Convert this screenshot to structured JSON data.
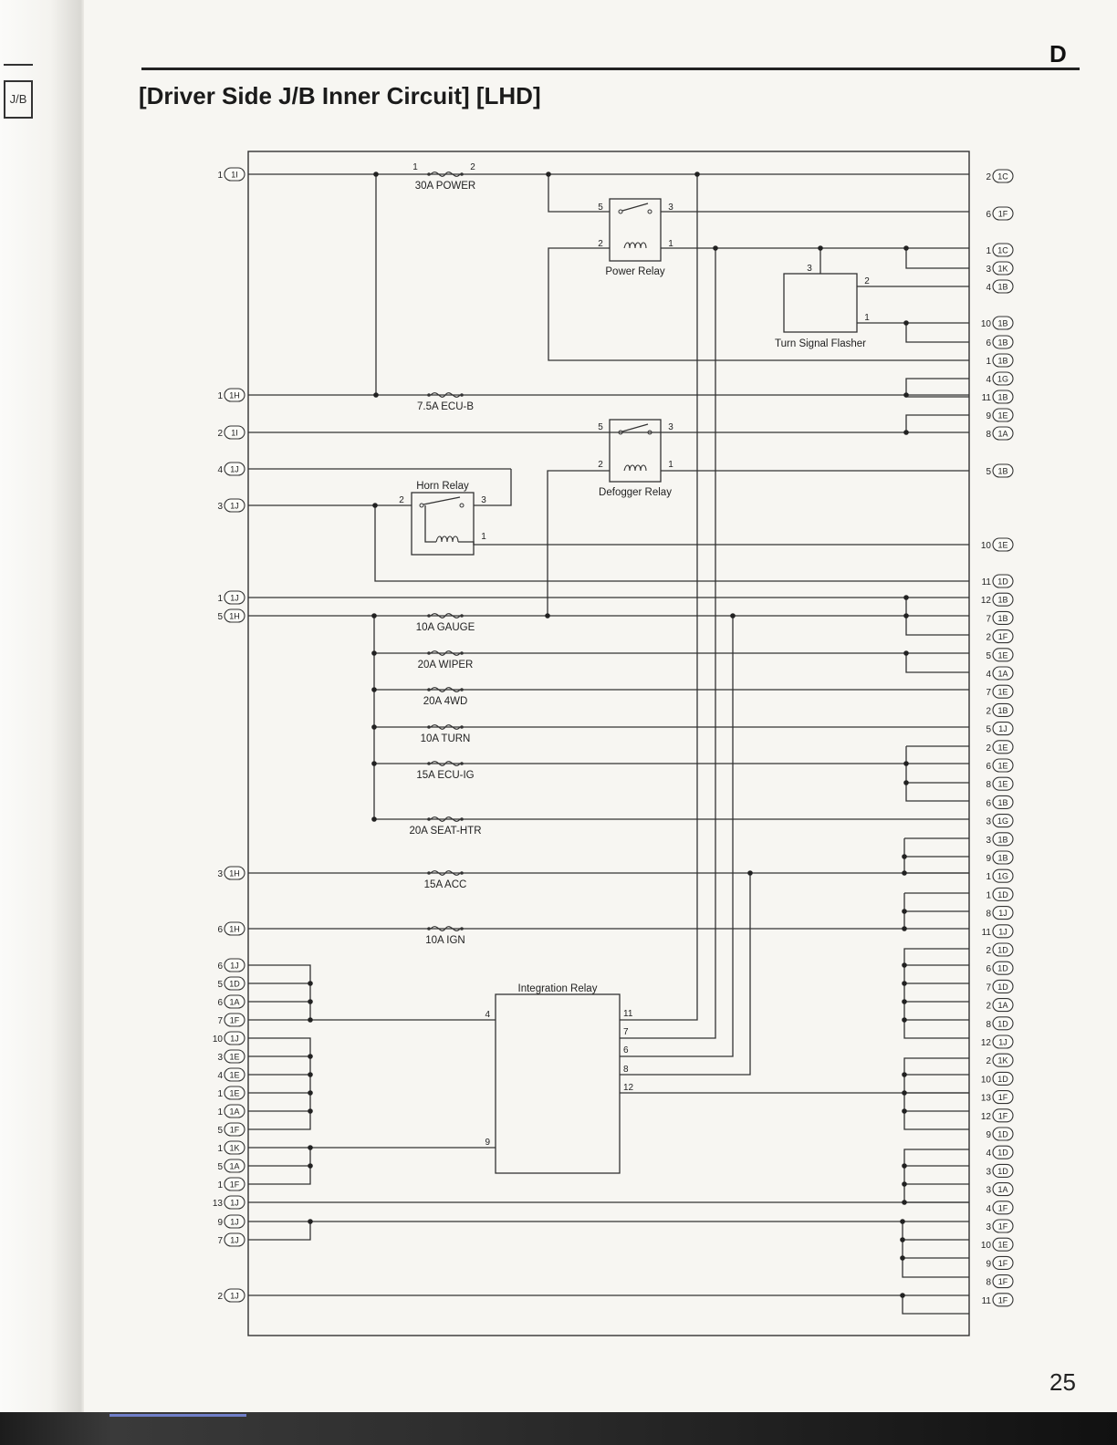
{
  "header": {
    "section_letter": "D",
    "title": "[Driver Side J/B Inner Circuit] [LHD]",
    "page_number": "25",
    "side_tab_label": "J/B"
  },
  "components": {
    "fuses": [
      {
        "label": "30A POWER",
        "pin_in": "1",
        "pin_out": "2"
      },
      {
        "label": "7.5A ECU-B"
      },
      {
        "label": "10A GAUGE"
      },
      {
        "label": "20A WIPER"
      },
      {
        "label": "20A 4WD"
      },
      {
        "label": "10A TURN"
      },
      {
        "label": "15A ECU-IG"
      },
      {
        "label": "20A SEAT-HTR"
      },
      {
        "label": "15A ACC"
      },
      {
        "label": "10A IGN"
      }
    ],
    "relays": {
      "power": {
        "label": "Power Relay",
        "pins": [
          "5",
          "3",
          "2",
          "1"
        ]
      },
      "defogger": {
        "label": "Defogger Relay",
        "pins": [
          "5",
          "3",
          "2",
          "1"
        ]
      },
      "horn": {
        "label": "Horn Relay",
        "pins": [
          "2",
          "3",
          "1"
        ]
      }
    },
    "turn_signal_flasher": {
      "label": "Turn Signal Flasher",
      "pins": [
        "3",
        "2",
        "1"
      ]
    },
    "integration_relay": {
      "label": "Integration Relay",
      "left_pins": [
        "4",
        "9"
      ],
      "right_pins": [
        "11",
        "7",
        "6",
        "8",
        "12"
      ]
    }
  },
  "left_connectors": [
    {
      "pin": "1",
      "conn": "1I"
    },
    {
      "pin": "1",
      "conn": "1H"
    },
    {
      "pin": "2",
      "conn": "1I"
    },
    {
      "pin": "4",
      "conn": "1J"
    },
    {
      "pin": "3",
      "conn": "1J"
    },
    {
      "pin": "1",
      "conn": "1J"
    },
    {
      "pin": "5",
      "conn": "1H"
    },
    {
      "pin": "3",
      "conn": "1H"
    },
    {
      "pin": "6",
      "conn": "1H"
    },
    {
      "pin": "6",
      "conn": "1J"
    },
    {
      "pin": "5",
      "conn": "1D"
    },
    {
      "pin": "6",
      "conn": "1A"
    },
    {
      "pin": "7",
      "conn": "1F"
    },
    {
      "pin": "10",
      "conn": "1J"
    },
    {
      "pin": "3",
      "conn": "1E"
    },
    {
      "pin": "4",
      "conn": "1E"
    },
    {
      "pin": "1",
      "conn": "1E"
    },
    {
      "pin": "1",
      "conn": "1A"
    },
    {
      "pin": "5",
      "conn": "1F"
    },
    {
      "pin": "1",
      "conn": "1K"
    },
    {
      "pin": "5",
      "conn": "1A"
    },
    {
      "pin": "1",
      "conn": "1F"
    },
    {
      "pin": "13",
      "conn": "1J"
    },
    {
      "pin": "9",
      "conn": "1J"
    },
    {
      "pin": "7",
      "conn": "1J"
    },
    {
      "pin": "2",
      "conn": "1J"
    }
  ],
  "right_connectors": [
    {
      "pin": "2",
      "conn": "1C"
    },
    {
      "pin": "6",
      "conn": "1F"
    },
    {
      "pin": "1",
      "conn": "1C"
    },
    {
      "pin": "3",
      "conn": "1K"
    },
    {
      "pin": "4",
      "conn": "1B"
    },
    {
      "pin": "10",
      "conn": "1B"
    },
    {
      "pin": "6",
      "conn": "1B"
    },
    {
      "pin": "1",
      "conn": "1B"
    },
    {
      "pin": "4",
      "conn": "1G"
    },
    {
      "pin": "11",
      "conn": "1B"
    },
    {
      "pin": "9",
      "conn": "1E"
    },
    {
      "pin": "8",
      "conn": "1A"
    },
    {
      "pin": "5",
      "conn": "1B"
    },
    {
      "pin": "10",
      "conn": "1E"
    },
    {
      "pin": "11",
      "conn": "1D"
    },
    {
      "pin": "12",
      "conn": "1B"
    },
    {
      "pin": "7",
      "conn": "1B"
    },
    {
      "pin": "2",
      "conn": "1F"
    },
    {
      "pin": "5",
      "conn": "1E"
    },
    {
      "pin": "4",
      "conn": "1A"
    },
    {
      "pin": "7",
      "conn": "1E"
    },
    {
      "pin": "2",
      "conn": "1B"
    },
    {
      "pin": "5",
      "conn": "1J"
    },
    {
      "pin": "2",
      "conn": "1E"
    },
    {
      "pin": "6",
      "conn": "1E"
    },
    {
      "pin": "8",
      "conn": "1E"
    },
    {
      "pin": "6",
      "conn": "1B"
    },
    {
      "pin": "3",
      "conn": "1G"
    },
    {
      "pin": "3",
      "conn": "1B"
    },
    {
      "pin": "9",
      "conn": "1B"
    },
    {
      "pin": "1",
      "conn": "1G"
    },
    {
      "pin": "1",
      "conn": "1D"
    },
    {
      "pin": "8",
      "conn": "1J"
    },
    {
      "pin": "11",
      "conn": "1J"
    },
    {
      "pin": "2",
      "conn": "1D"
    },
    {
      "pin": "6",
      "conn": "1D"
    },
    {
      "pin": "7",
      "conn": "1D"
    },
    {
      "pin": "2",
      "conn": "1A"
    },
    {
      "pin": "8",
      "conn": "1D"
    },
    {
      "pin": "12",
      "conn": "1J"
    },
    {
      "pin": "2",
      "conn": "1K"
    },
    {
      "pin": "10",
      "conn": "1D"
    },
    {
      "pin": "13",
      "conn": "1F"
    },
    {
      "pin": "12",
      "conn": "1F"
    },
    {
      "pin": "9",
      "conn": "1D"
    },
    {
      "pin": "4",
      "conn": "1D"
    },
    {
      "pin": "3",
      "conn": "1D"
    },
    {
      "pin": "3",
      "conn": "1A"
    },
    {
      "pin": "4",
      "conn": "1F"
    },
    {
      "pin": "3",
      "conn": "1F"
    },
    {
      "pin": "10",
      "conn": "1E"
    },
    {
      "pin": "9",
      "conn": "1F"
    },
    {
      "pin": "8",
      "conn": "1F"
    },
    {
      "pin": "11",
      "conn": "1F"
    }
  ]
}
